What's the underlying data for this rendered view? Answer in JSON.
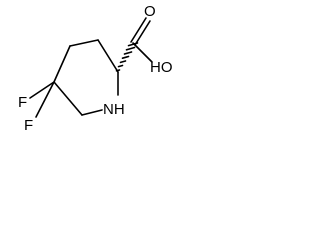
{
  "structure": {
    "atoms": {
      "oxygen_double": "O",
      "hydroxyl": "HO",
      "nitrogen": "NH",
      "fluorine_1": "F",
      "fluorine_2": "F"
    },
    "colors": {
      "bond": "#000000",
      "background": "#ffffff"
    }
  }
}
